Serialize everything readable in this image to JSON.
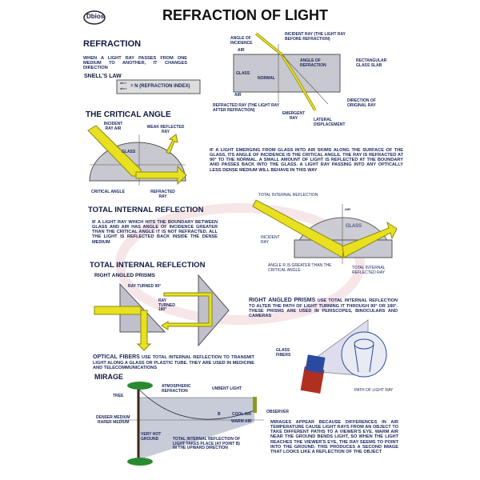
{
  "logo": {
    "text": "Dbios"
  },
  "title": "REFRACTION OF LIGHT",
  "refraction": {
    "heading": "REFRACTION",
    "text": "WHEN A LIGHT RAY PASSES FROM ONE MEDIUM TO ANOTHER, IT CHANGES DIRECTION",
    "snell_heading": "SNELL'S LAW",
    "formula_num": "sin i",
    "formula_den": "sin r",
    "formula_rest": "= n (REFRACTION INDEX)"
  },
  "slab": {
    "angle_incidence": "ANGLE OF INCIDENCE",
    "incident_ray": "INCIDENT RAY (THE LIGHT RAY BEFORE REFRACTION)",
    "air_top": "AIR",
    "glass": "GLASS",
    "normal": "NORMAL",
    "angle_refraction": "ANGLE OF REFRACTION",
    "slab": "RECTANGULAR GLASS SLAB",
    "air_bottom": "AIR",
    "refracted_ray": "REFRACTED RAY (THE LIGHT RAY AFTER REFRACTION)",
    "emergent_ray": "EMERGENT RAY",
    "lateral": "LATERAL DISPLACEMENT",
    "original": "DIRECTION OF ORIGINAL RAY"
  },
  "critical": {
    "heading": "THE CRITICAL ANGLE",
    "incident": "INCIDENT RAY AIR",
    "weak": "WEAK REFLECTED RAY",
    "glass": "GLASS",
    "critical_angle": "CRITICAL ANGLE",
    "refracted": "REFRACTED RAY",
    "text": "IF A LIGHT EMERGING FROM GLASS INTO AIR SKIMS ALONG THE SURFACE OF THE GLASS, ITS ANGLE OF INCIDENCE IS THE CRITICAL ANGLE. THE RAY IS REFRACTED AT 90° TO THE NORMAL. A SMALL AMOUNT OF LIGHT IS REFLECTED AT THE BOUNDARY AND PASSES BACK INTO THE GLASS. A LIGHT RAY PASSING INTO ANY OPTICALLY LESS DENSE MEDIUM WILL BEHAVE IN THIS WAY"
  },
  "tir": {
    "heading": "TOTAL INTERNAL REFLECTION",
    "text": "IF A LIGHT RAY WHICH HITS THE BOUNDARY BETWEEN GLASS AND AIR HAS ANGLE OF INCIDENCE GREATER THAN THE CRITICAL ANGLE IT IS NOT REFRACTED. ALL THE LIGHT IS REFLECTED BACK INSIDE THE DENSE MEDIUM",
    "diagram_title": "TOTAL INTERNAL REFLECTION",
    "air": "AIR",
    "glass": "GLASS",
    "incident": "INCIDENT RAY",
    "angle": "ANGLE r IS GREATER THAN THE CRITICAL ANGLE",
    "reflected": "TOTAL INTERNAL REFLECTED RAY"
  },
  "prisms": {
    "heading": "TOTAL INTERNAL REFLECTION",
    "sub": "RIGHT ANGLED PRISMS",
    "turned90": "RAY TURNED 90°",
    "turned180": "RAY TURNED 180°",
    "text_lead": "RIGHT ANGLED PRISMS",
    "text": "USE TOTAL INTERNAL REFLECTION TO ALTER THE PATH OF LIGHT TURNING IT THROUGH 90° OR 180°. THESE PRISMS ARE USED IN PERISCOPES, BINOCULARS AND CAMERAS"
  },
  "fibers": {
    "lead": "OPTICAL FIBERS",
    "text": "USE TOTAL INTERNAL REFLECTION TO TRANSMIT LIGHT ALONG A GLASS OR PLASTIC TUBE. THEY ARE USED IN MEDICINE AND TELECOMMUNICATIONS",
    "glass_fibers": "GLASS FIBERS",
    "path": "PATH OF LIGHT RAY"
  },
  "mirage": {
    "heading": "MIRAGE",
    "tree": "TREE",
    "atmospheric": "ATMOSPHERIC REFRACTION",
    "unbent": "UNBENT LIGHT",
    "observer": "OBSERVER",
    "denser": "DENSER MEDIUM",
    "rarer": "RARER MEDIUM",
    "cool": "COOL AIR",
    "warm": "WARM AIR",
    "ground": "VERY HOT GROUND",
    "point_b": "B",
    "tir_note": "TOTAL INTERNAL REFLECTION OF LIGHT TAKES PLACE (AT POINT B) IN THE UPWARD DIRECTION",
    "text": "MIRAGES APPEAR BECAUSE DIFFERENCES IN AIR TEMPERATURE CAUSE LIGHT RAYS FROM AN OBJECT TO TAKE DIFFERENT PATHS TO A VIEWER'S EYE. WARM AIR NEAR THE GROUND BENDS LIGHT, SO WHEN THE LIGHT REACHES THE VIEWER'S EYE, THE RAY SEEMS TO POINT INTO THE GROUND. THIS PRODUCES A SECOND IMAGE THAT LOOKS LIKE A REFLECTION OF THE OBJECT"
  },
  "colors": {
    "ray": "#e8e020",
    "glass": "#c4c4cc",
    "text": "#1e2a60",
    "fiber_cap": "#2a4aa0",
    "fiber_body": "#b03020"
  }
}
